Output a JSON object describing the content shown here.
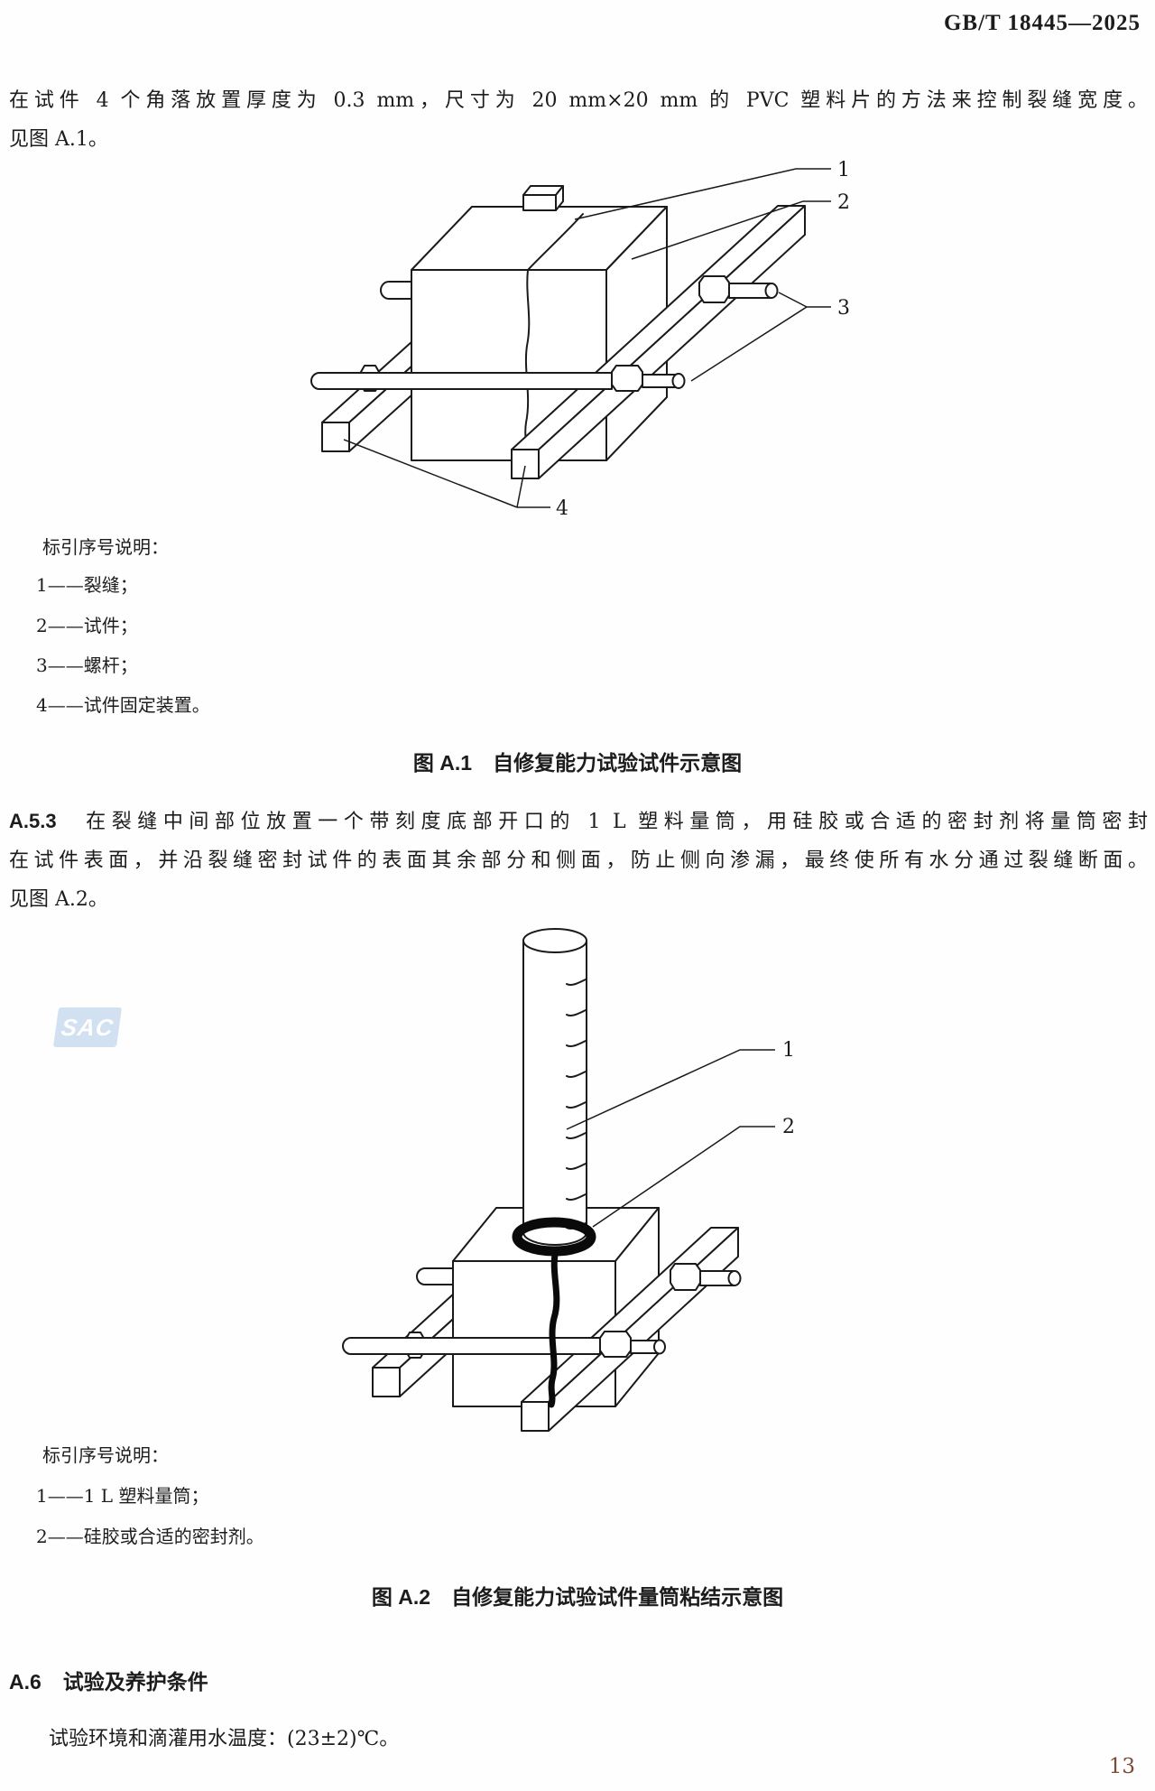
{
  "page": {
    "header_right": "GB/T 18445—2025",
    "page_number": "13",
    "watermark": "SAC"
  },
  "para_intro": {
    "line1": "在试件 4 个角落放置厚度为 0.3 mm，尺寸为 20 mm×20 mm 的 PVC 塑料片的方法来控制裂缝宽度。",
    "line2": "见图 A.1。"
  },
  "figure_a1": {
    "callouts": [
      "1",
      "2",
      "3",
      "4"
    ],
    "legend_title": "标引序号说明：",
    "legend_items": [
      "1——裂缝；",
      "2——试件；",
      "3——螺杆；",
      "4——试件固定装置。"
    ],
    "caption": "图 A.1　自修复能力试验试件示意图"
  },
  "section_a53": {
    "label": "A.5.3",
    "line1": "在裂缝中间部位放置一个带刻度底部开口的 1 L 塑料量筒，用硅胶或合适的密封剂将量筒密封",
    "line2": "在试件表面，并沿裂缝密封试件的表面其余部分和侧面，防止侧向渗漏，最终使所有水分通过裂缝断面。",
    "line3": "见图 A.2。"
  },
  "figure_a2": {
    "callouts": [
      "1",
      "2"
    ],
    "legend_title": "标引序号说明：",
    "legend_items": [
      "1——1 L 塑料量筒；",
      "2——硅胶或合适的密封剂。"
    ],
    "caption": "图 A.2　自修复能力试验试件量筒粘结示意图"
  },
  "section_a6": {
    "label": "A.6",
    "title": "试验及养护条件",
    "body": "试验环境和滴灌用水温度：(23±2)℃。"
  }
}
